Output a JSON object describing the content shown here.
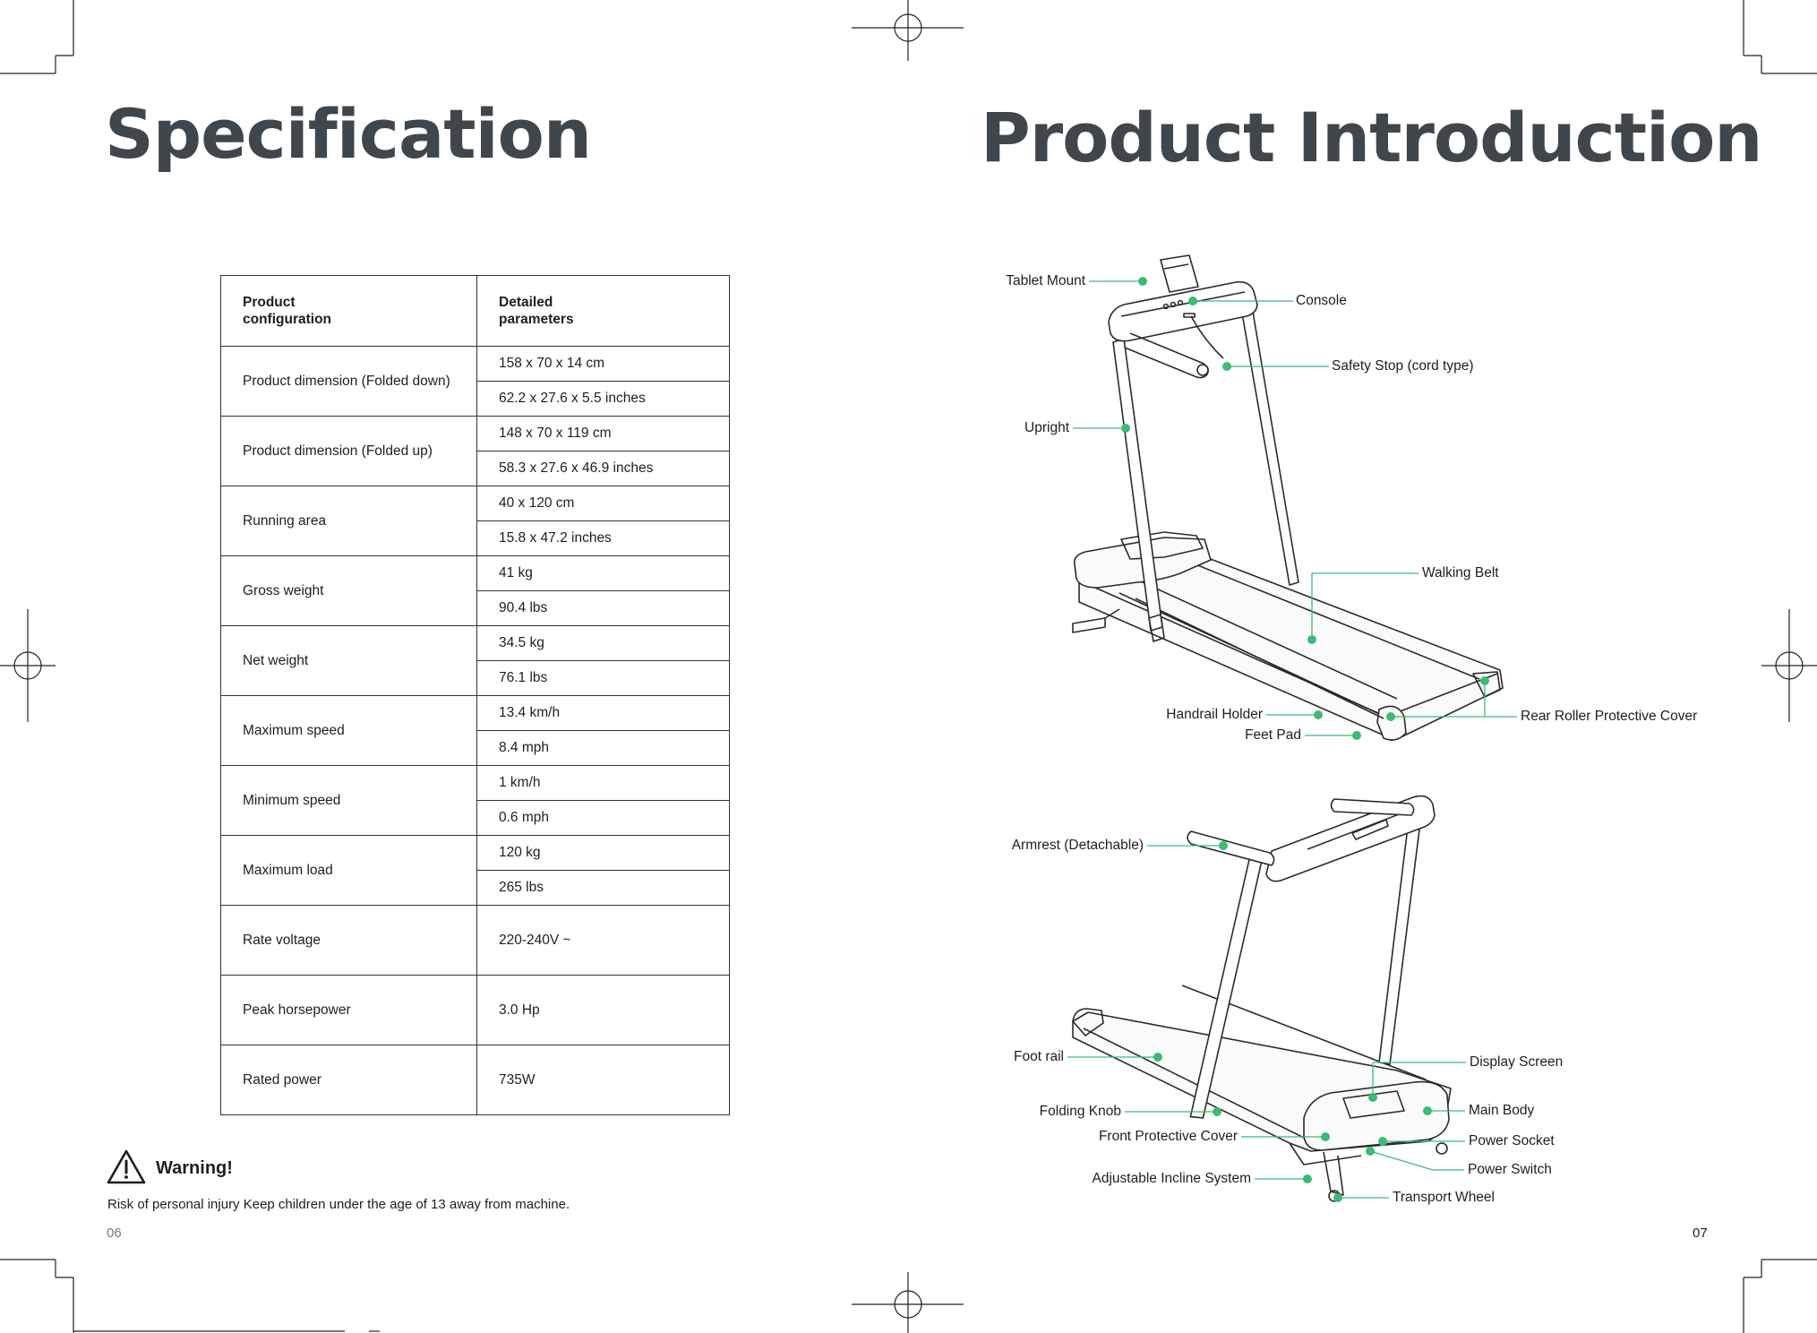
{
  "left_page": {
    "title": "Specification",
    "table": {
      "headers": [
        "Product\nconfiguration",
        "Detailed\nparameters"
      ],
      "rows": [
        {
          "config": "Product dimension (Folded down)",
          "values": [
            "158 x 70 x 14 cm",
            "62.2 x 27.6 x 5.5 inches"
          ]
        },
        {
          "config": "Product dimension (Folded up)",
          "values": [
            "148 x 70 x 119 cm",
            "58.3 x 27.6 x 46.9 inches"
          ]
        },
        {
          "config": "Running area",
          "values": [
            "40 x 120 cm",
            "15.8 x 47.2 inches"
          ]
        },
        {
          "config": "Gross weight",
          "values": [
            "41 kg",
            "90.4 lbs"
          ]
        },
        {
          "config": "Net weight",
          "values": [
            "34.5 kg",
            "76.1 lbs"
          ]
        },
        {
          "config": "Maximum speed",
          "values": [
            "13.4 km/h",
            "8.4 mph"
          ]
        },
        {
          "config": "Minimum speed",
          "values": [
            "1 km/h",
            "0.6 mph"
          ]
        },
        {
          "config": "Maximum load",
          "values": [
            "120 kg",
            "265 lbs"
          ]
        },
        {
          "config": "Rate voltage",
          "values": [
            "220-240V ~"
          ]
        },
        {
          "config": "Peak horsepower",
          "values": [
            "3.0 Hp"
          ]
        },
        {
          "config": "Rated power",
          "values": [
            "735W"
          ]
        }
      ]
    },
    "warning": {
      "icon": "warning-triangle-icon",
      "title": "Warning!",
      "text": "Risk of personal injury Keep children under the age of 13 away from machine."
    },
    "page_number": "06"
  },
  "right_page": {
    "title": "Product Introduction",
    "accent_color": "#3dba74",
    "labels": {
      "tablet_mount": "Tablet Mount",
      "console": "Console",
      "safety_stop": "Safety Stop (cord type)",
      "upright": "Upright",
      "walking_belt": "Walking Belt",
      "handrail_holder": "Handrail Holder",
      "feet_pad": "Feet Pad",
      "rear_roller_cover": "Rear Roller Protective Cover",
      "armrest": "Armrest (Detachable)",
      "foot_rail": "Foot rail",
      "display_screen": "Display Screen",
      "folding_knob": "Folding Knob",
      "main_body": "Main Body",
      "front_cover": "Front Protective Cover",
      "power_socket": "Power Socket",
      "power_switch": "Power Switch",
      "incline_system": "Adjustable Incline System",
      "transport_wheel": "Transport Wheel"
    },
    "page_number": "07"
  }
}
